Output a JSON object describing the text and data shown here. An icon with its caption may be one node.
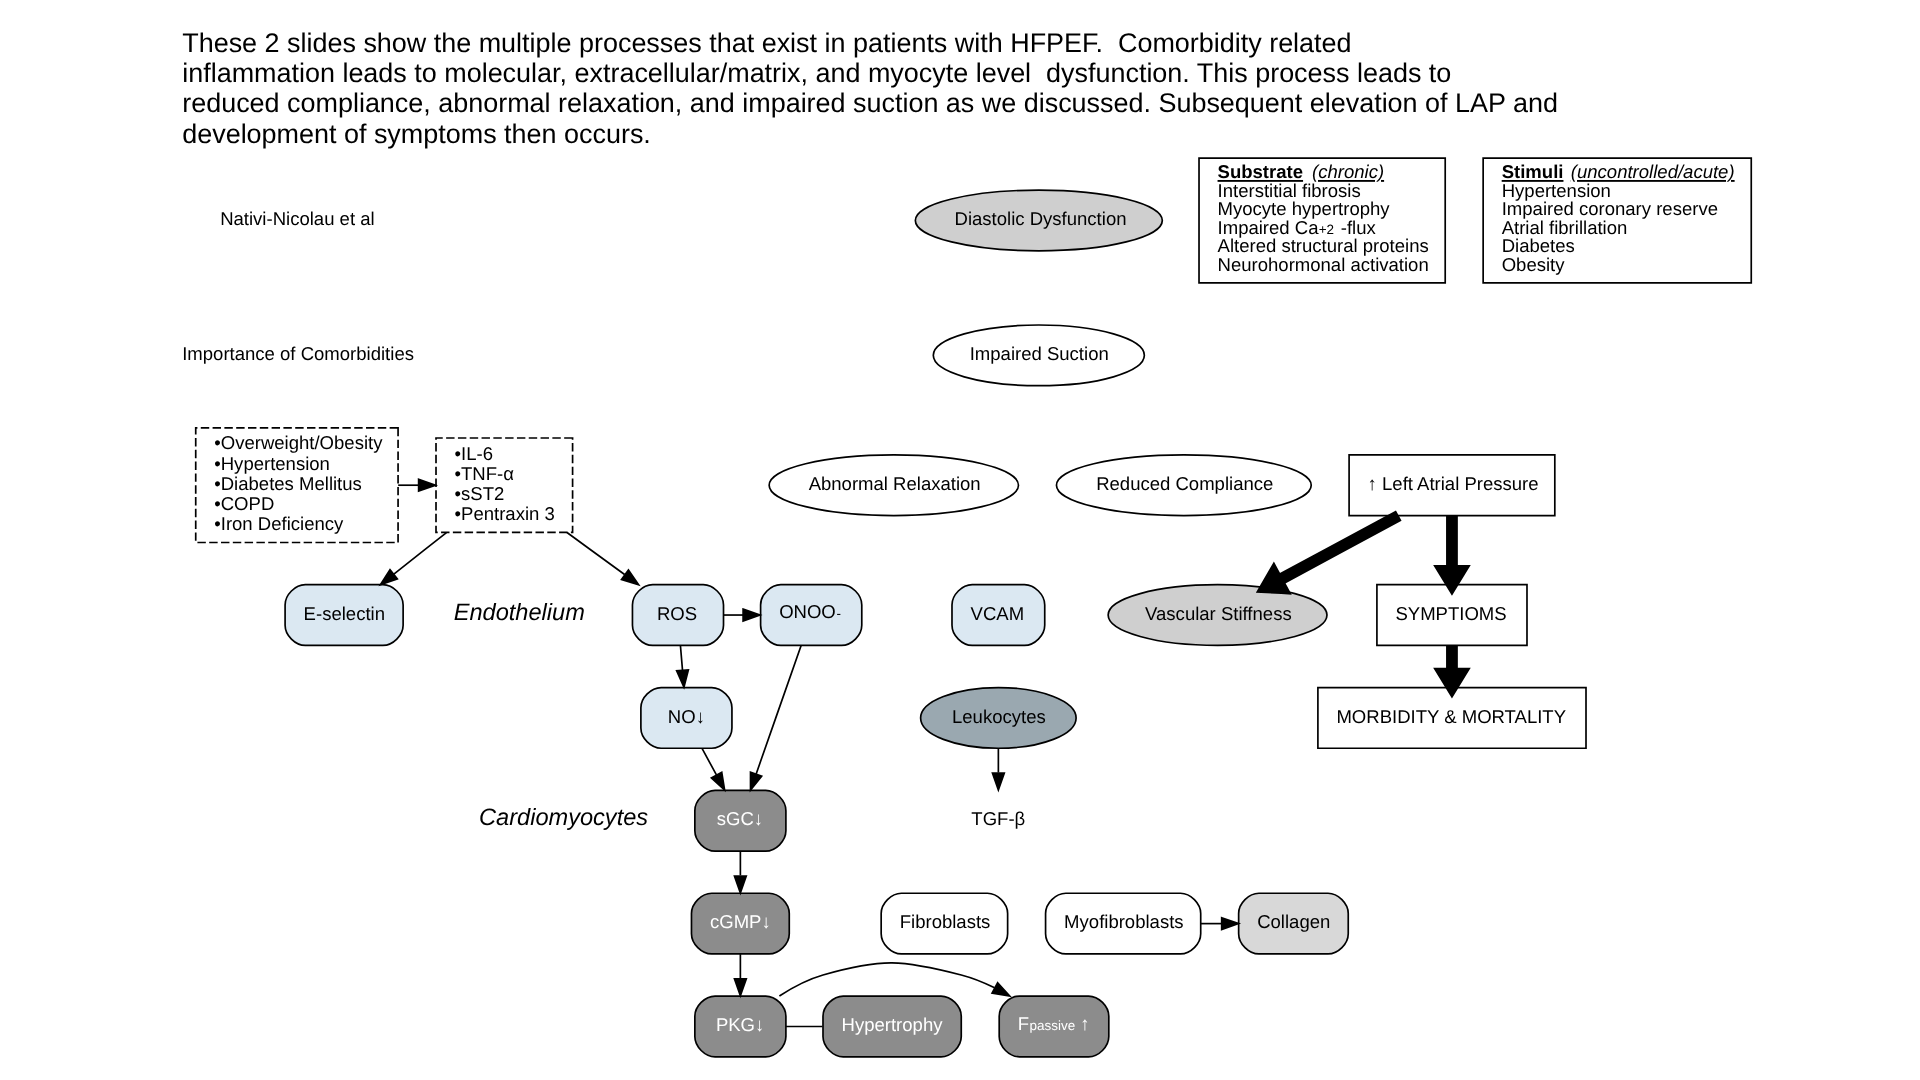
{
  "diagram": {
    "title": "These 2 slides show the multiple processes that exist in patients with HFPEF.  Comorbidity related inflammation leads to molecular, extracellular/matrix, and myocyte level  dysfunction. This process leads to reduced compliance, abnormal relaxation, and impaired suction as we discussed. Subsequent elevation of LAP and development of symptoms then occurs.",
    "nodes": [
      {
        "text": [
          "•Overweight/Obesity",
          "•Hypertension",
          "•Diabetes Mellitus",
          "•COPD",
          "•Iron Deficiency"
        ]
      },
      {
        "text": [
          "•IL-6",
          "•TNF-α",
          "•sST2",
          "•Pentraxin 3"
        ]
      },
      {
        "text": [
          "ONOO$^{-}$"
        ]
      },
      {
        "text": [
          "ROS"
        ]
      },
      {
        "text": [
          "NO↓"
        ]
      },
      {
        "text": [
          "VCAM"
        ]
      },
      {
        "text": [
          "E-selectin"
        ]
      },
      {
        "text": [
          "Leukocytes"
        ]
      },
      {
        "text": [
          "TGF-β"
        ]
      },
      {
        "text": [
          "Fibroblasts"
        ]
      },
      {
        "text": [
          "Myofibroblasts"
        ]
      },
      {
        "text": [
          "Collagen"
        ]
      },
      {
        "text": [
          "sGC↓"
        ]
      },
      {
        "text": [
          "cGMP↓"
        ]
      },
      {
        "text": [
          "PKG↓"
        ]
      },
      {
        "text": [
          "F$_{passive}$ ↑"
        ]
      },
      {
        "text": [
          "Hypertrophy"
        ]
      },
      {
        "text": [
          "Diastolic Dysfunction"
        ]
      },
      {
        "text": [
          "Impaired Suction"
        ]
      },
      {
        "text": [
          "Abnormal Relaxation"
        ]
      },
      {
        "text": [
          "Reduced Compliance"
        ]
      },
      {
        "text": [
          "**Substrate** *(chronic)*",
          "Interstitial fibrosis",
          "Myocyte hypertrophy",
          "Impaired Ca$^{+2}$ -flux",
          "Altered structural proteins",
          "Neurohormonal activation"
        ]
      },
      {
        "text": [
          "**Stimuli** *(uncontrolled/acute)*",
          "Hypertension",
          "Impaired coronary reserve",
          "Atrial fibrillation",
          "Diabetes",
          "Obesity"
        ]
      },
      {
        "text": [
          "Vascular Stiffness"
        ]
      },
      {
        "text": [
          "↑ Left Atrial Pressure"
        ]
      },
      {
        "text": [
          "SYMPTIOMS"
        ]
      },
      {
        "text": [
          "MORBIDITY & MORTALITY"
        ]
      }
    ],
    "edges": [
      {
        "from": 0,
        "to": 1,
        "arrow": "to"
      },
      {
        "from": 1,
        "to": 3,
        "arrow": "to"
      },
      {
        "from": 1,
        "to": 6,
        "arrow": "to"
      },
      {
        "from": 3,
        "to": 2,
        "arrow": "to"
      },
      {
        "from": 3,
        "to": 4,
        "arrow": "to"
      },
      {
        "from": 2,
        "to": 12,
        "arrow": "to"
      },
      {
        "from": 4,
        "to": 12,
        "arrow": "to"
      },
      {
        "from": 7,
        "to": 8,
        "arrow": "to"
      },
      {
        "from": 10,
        "to": 11,
        "arrow": "to"
      },
      {
        "from": 12,
        "to": 13,
        "arrow": "to"
      },
      {
        "from": 13,
        "to": 14,
        "arrow": "to"
      },
      {
        "from": 14,
        "to": 15,
        "arrow": "to"
      },
      {
        "from": 14,
        "to": 16,
        "arrow": "none"
      },
      {
        "from": 24,
        "to": 23,
        "arrow": "to",
        "style": "thick"
      },
      {
        "from": 24,
        "to": 25,
        "arrow": "to",
        "style": "thick"
      },
      {
        "from": 25,
        "to": 26,
        "arrow": "to",
        "style": "thick"
      }
    ],
    "labels": [
      "Nativi-Nicolau et al",
      "Importance of Comorbidities",
      "Endothelium",
      "Cardiomyocytes"
    ]
  }
}
